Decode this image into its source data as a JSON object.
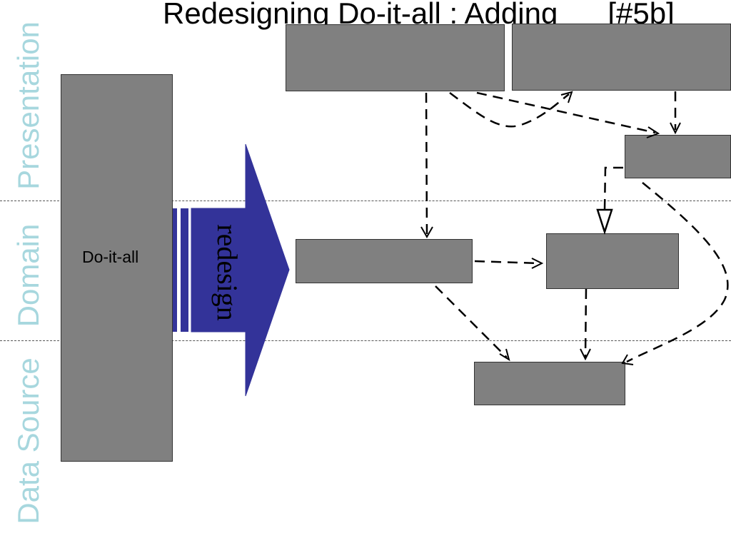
{
  "slide": {
    "title": "Redesigning Do-it-all : Adding",
    "title_tag": "[#5b]"
  },
  "layers": {
    "presentation": "Presentation",
    "domain": "Domain",
    "data_source": "Data Source"
  },
  "diagram": {
    "monolith_label": "Do-it-all",
    "arrow_label": "redesign"
  },
  "colors": {
    "box_fill": "#808080",
    "arrow_fill": "#333399",
    "layer_label": "#a7d7de",
    "connector": "#000000"
  }
}
